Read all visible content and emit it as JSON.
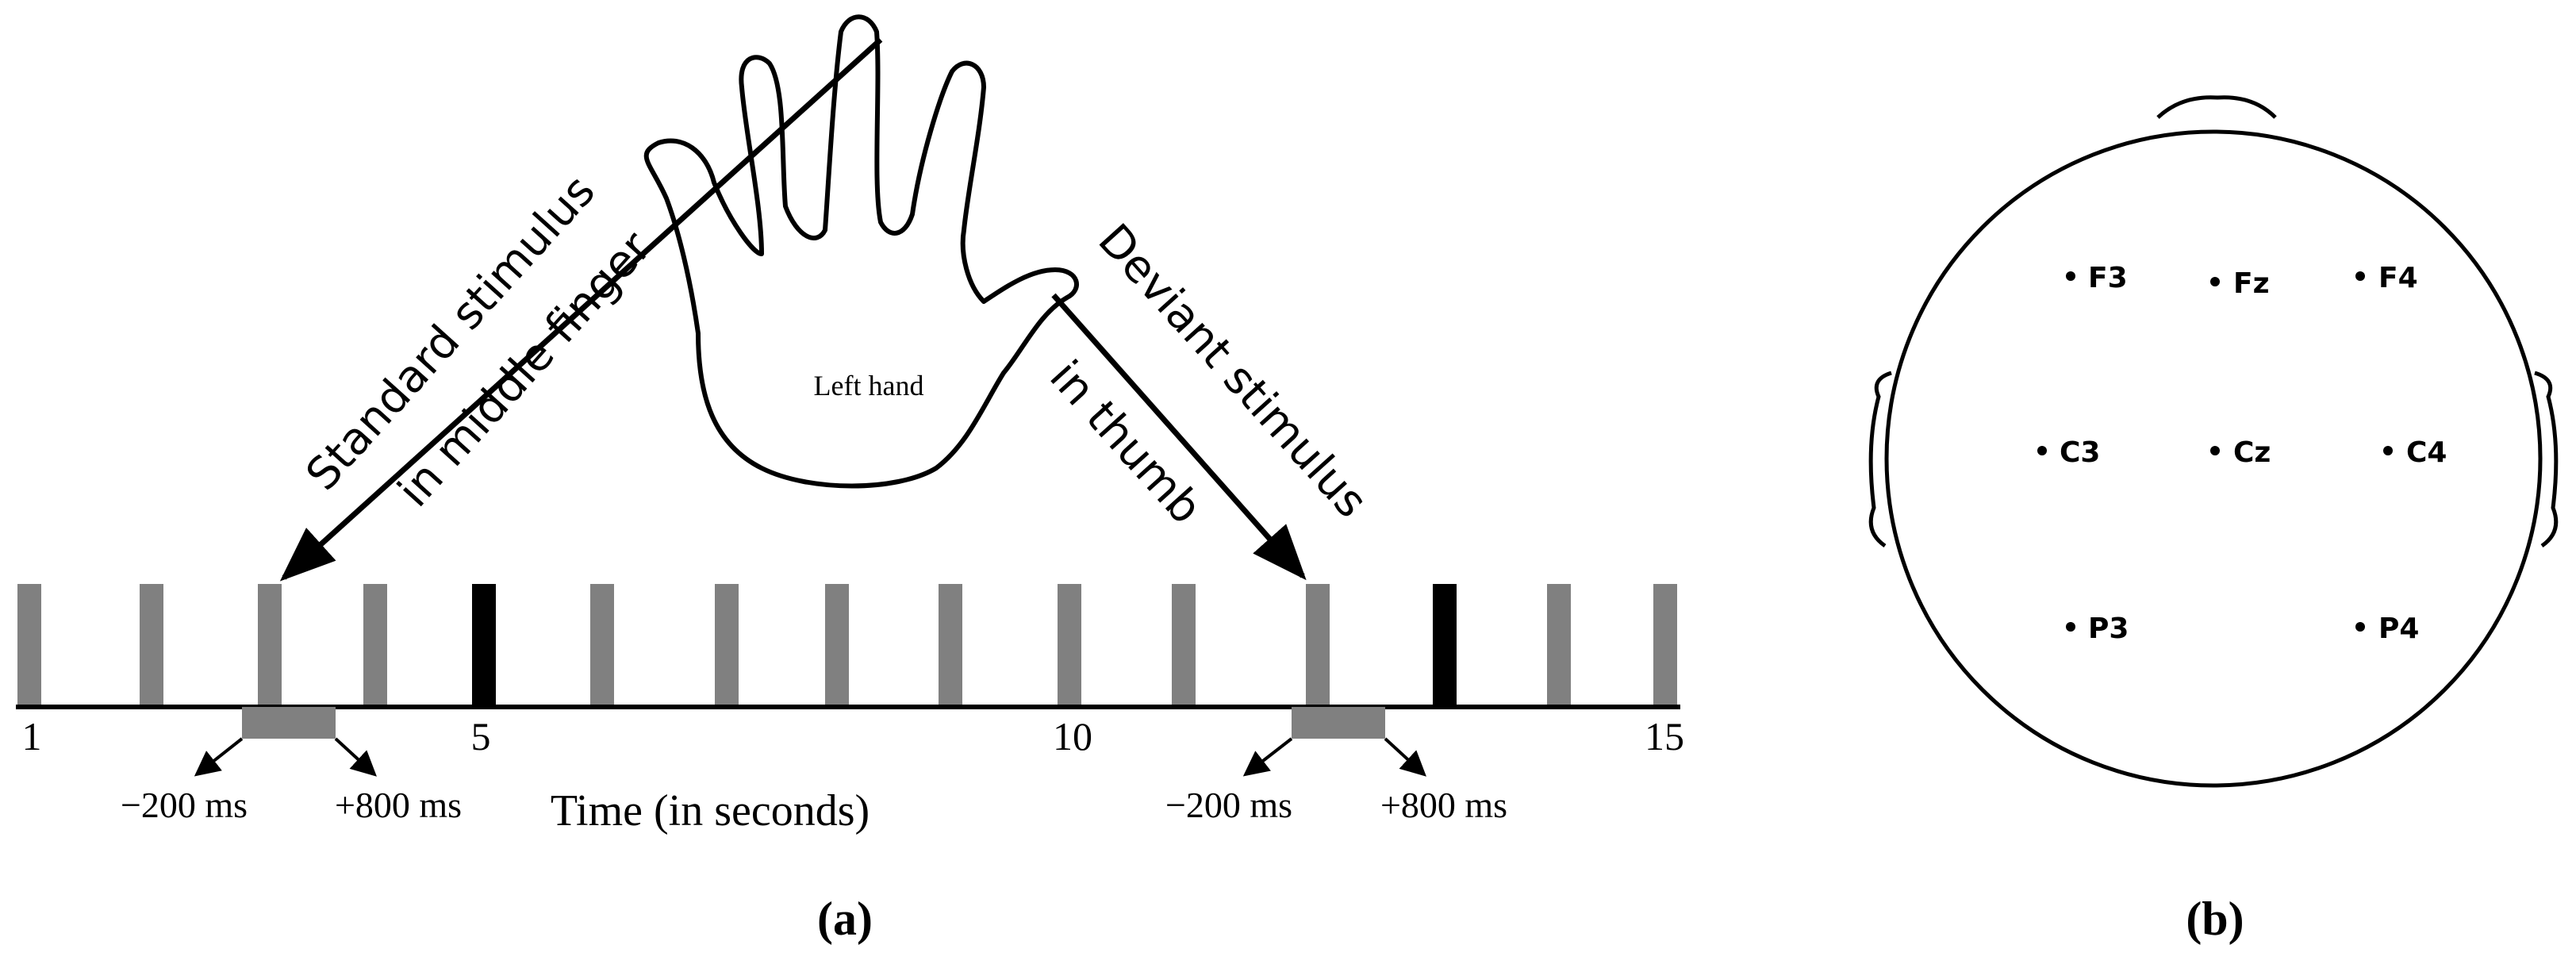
{
  "panel_a": {
    "label": "(a)",
    "hand_label": "Left hand",
    "standard_line1": "Standard stimulus",
    "standard_line2": "in middle finger",
    "deviant_line1": "Deviant stimulus",
    "deviant_line2": "in thumb",
    "axis_label": "Time (in seconds)",
    "ticks": [
      "1",
      "5",
      "10",
      "15"
    ],
    "window_left_1": "−200 ms",
    "window_right_1": "+800 ms",
    "window_left_2": "−200 ms",
    "window_right_2": "+800 ms",
    "stimuli": [
      {
        "kind": "standard"
      },
      {
        "kind": "standard"
      },
      {
        "kind": "standard"
      },
      {
        "kind": "standard"
      },
      {
        "kind": "deviant"
      },
      {
        "kind": "standard"
      },
      {
        "kind": "standard"
      },
      {
        "kind": "standard"
      },
      {
        "kind": "standard"
      },
      {
        "kind": "standard"
      },
      {
        "kind": "standard"
      },
      {
        "kind": "standard"
      },
      {
        "kind": "deviant"
      },
      {
        "kind": "standard"
      },
      {
        "kind": "standard"
      }
    ],
    "colors": {
      "standard": "#808080",
      "deviant": "#000000",
      "window": "#808080"
    }
  },
  "panel_b": {
    "label": "(b)",
    "electrodes": {
      "F3": "F3",
      "Fz": "Fz",
      "F4": "F4",
      "C3": "C3",
      "Cz": "Cz",
      "C4": "C4",
      "P3": "P3",
      "P4": "P4"
    }
  }
}
